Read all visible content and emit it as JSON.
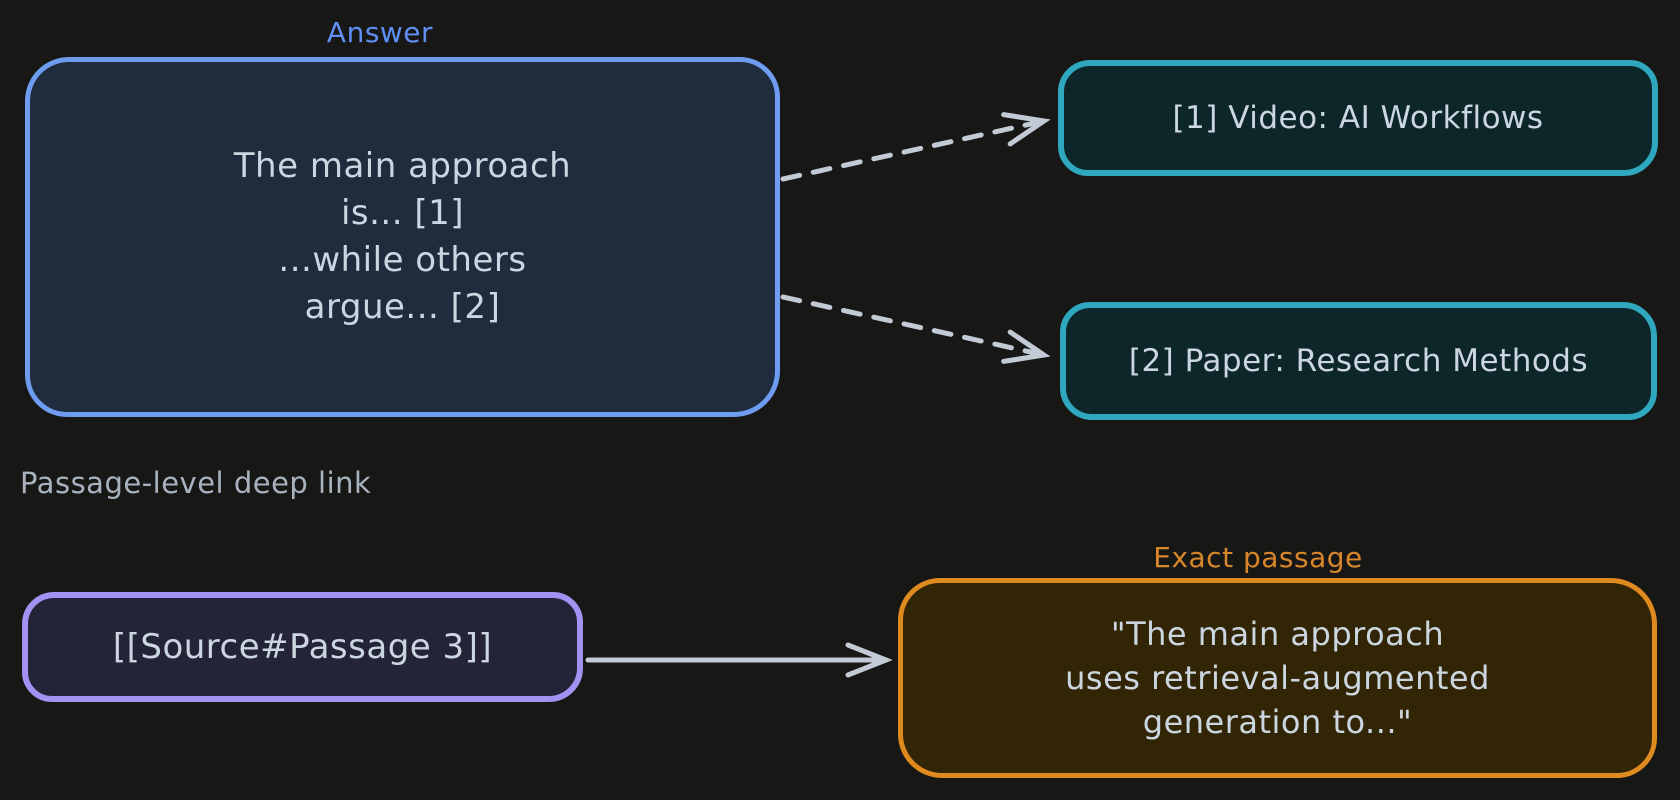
{
  "diagram": {
    "background_color": "#171715",
    "arrow_color": "#c2cbd5",
    "text_color": "#ccd6e0",
    "answer": {
      "label": "Answer",
      "label_color": "#5f8ff2",
      "border_color": "#6d9cf1",
      "fill_color": "#1e2c3e",
      "lines": [
        "The main approach",
        "is... [1]",
        "...while others",
        "argue... [2]"
      ]
    },
    "citations": [
      {
        "label": "[1] Video: AI Workflows"
      },
      {
        "label": "[2] Paper: Research Methods"
      }
    ],
    "citation_style": {
      "border_color": "#2ea7bf",
      "fill_color": "#0c2629"
    },
    "deep_link": {
      "caption": "Passage-level deep link",
      "label": "[[Source#Passage 3]]",
      "border_color": "#a392f2",
      "fill_color": "#242438"
    },
    "passage": {
      "label": "Exact passage",
      "label_color": "#d8862a",
      "border_color": "#df8a1f",
      "fill_color": "#322505",
      "lines": [
        "\"The main approach",
        "uses retrieval-augmented",
        "generation to...\""
      ]
    }
  }
}
